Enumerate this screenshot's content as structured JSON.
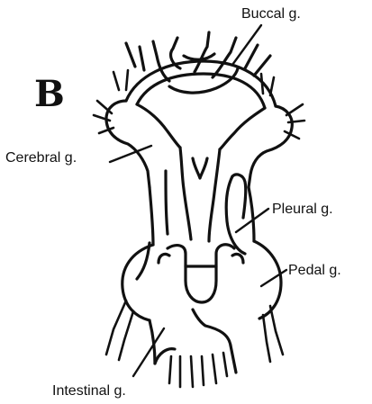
{
  "figure": {
    "panel_letter": "B",
    "labels": {
      "buccal": "Buccal g.",
      "cerebral": "Cerebral g.",
      "pleural": "Pleural g.",
      "pedal": "Pedal g.",
      "intestinal": "Intestinal g."
    }
  }
}
